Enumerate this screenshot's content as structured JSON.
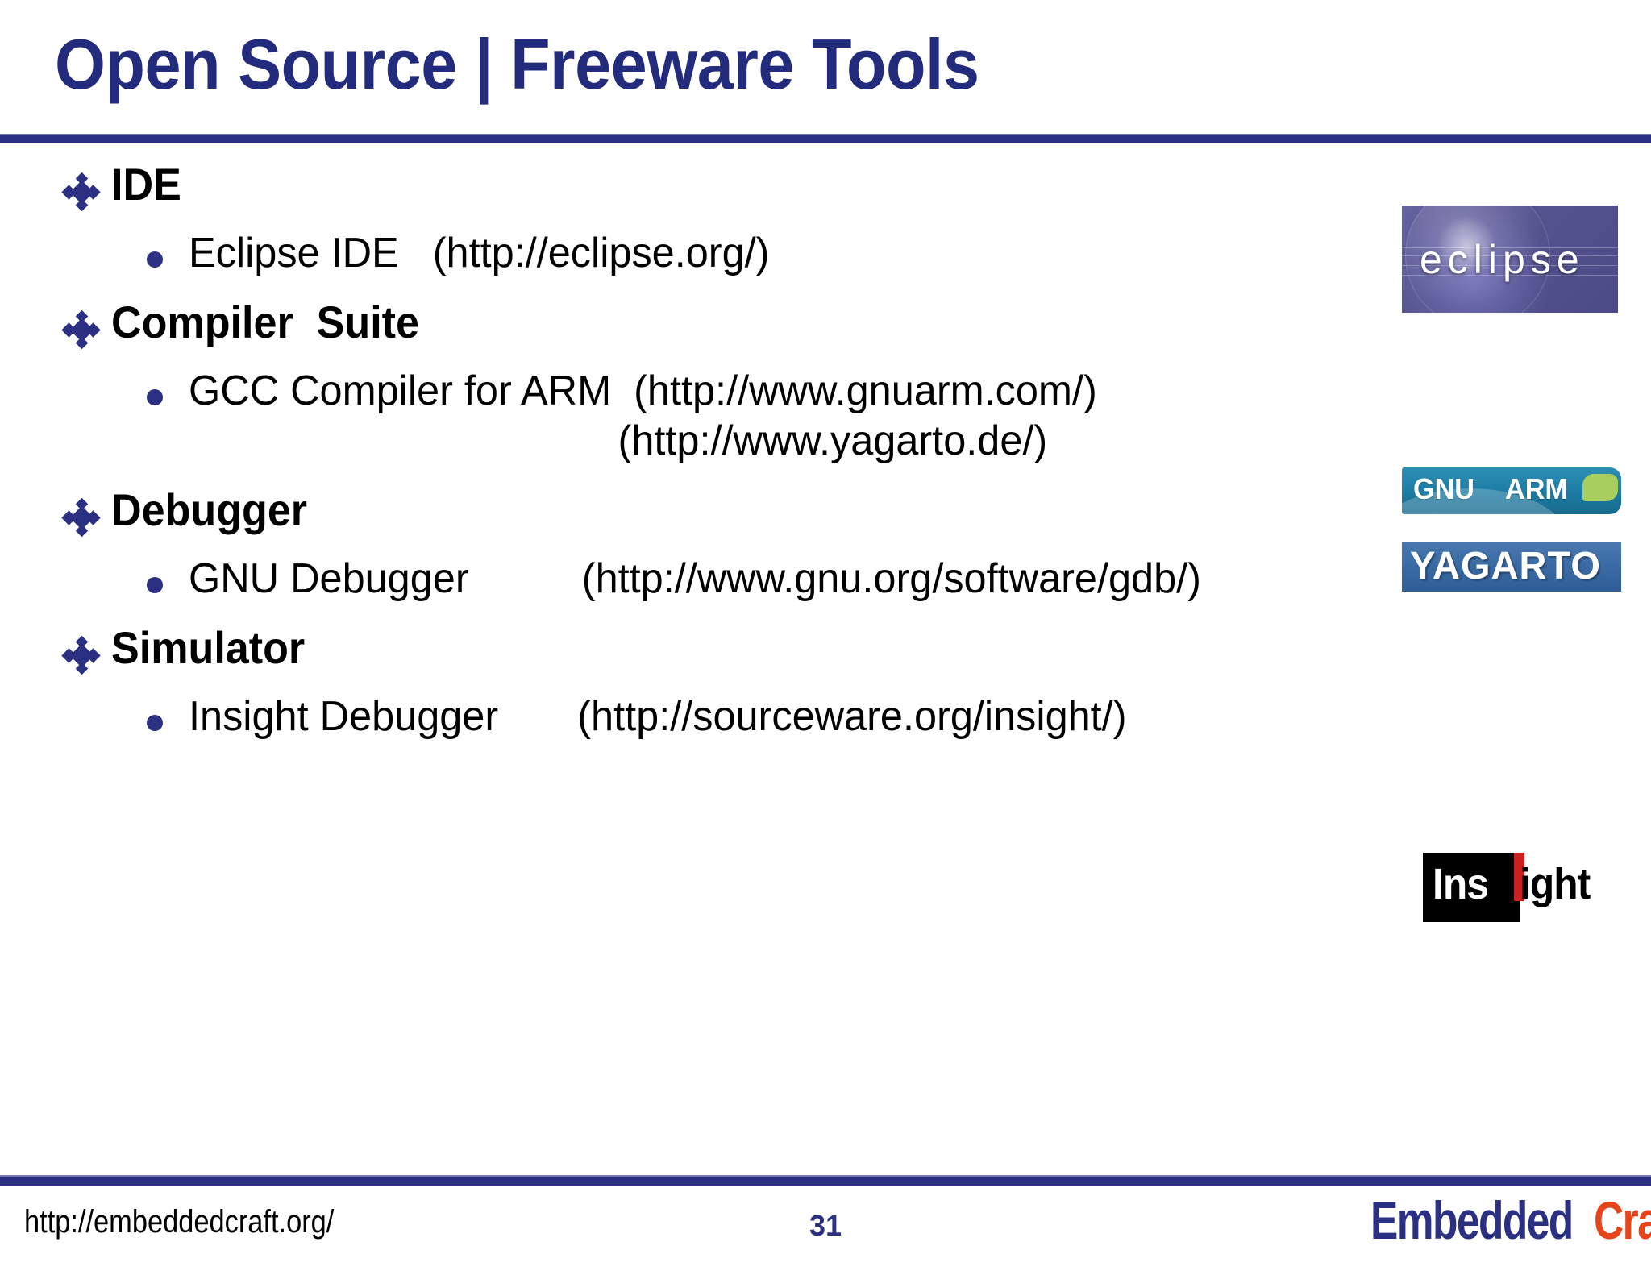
{
  "slide": {
    "title": "Open Source | Freeware Tools",
    "page_number": "31",
    "footer_url": "http://embeddedcraft.org/",
    "accent_color": "#2b3082",
    "title_color": "#232c7c"
  },
  "sections": [
    {
      "heading": "IDE",
      "bullet_icon": "diamond-bullet-icon",
      "items": [
        {
          "lines": [
            "Eclipse IDE   (http://eclipse.org/)"
          ]
        }
      ]
    },
    {
      "heading": "Compiler  Suite",
      "bullet_icon": "diamond-bullet-icon",
      "items": [
        {
          "lines": [
            "GCC Compiler for ARM  (http://www.gnuarm.com/)",
            "                                      (http://www.yagarto.de/)"
          ]
        }
      ]
    },
    {
      "heading": "Debugger",
      "bullet_icon": "diamond-bullet-icon",
      "items": [
        {
          "lines": [
            "GNU Debugger          (http://www.gnu.org/software/gdb/)"
          ]
        }
      ]
    },
    {
      "heading": "Simulator",
      "bullet_icon": "diamond-bullet-icon",
      "items": [
        {
          "lines": [
            "Insight Debugger       (http://sourceware.org/insight/)"
          ]
        }
      ]
    }
  ],
  "logos": {
    "eclipse": {
      "name": "eclipse-logo",
      "text": "eclipse",
      "background_color": "#55538f",
      "text_color": "#ffffff"
    },
    "gnuarm": {
      "name": "gnu-arm-logo",
      "text_primary": "GNU",
      "text_secondary": "ARM",
      "background_color": "#1c7ba3",
      "accent_color": "#a8cf5d",
      "text_color": "#ffffff"
    },
    "yagarto": {
      "name": "yagarto-logo",
      "text": "YAGARTO",
      "background_color": "#3a6aa4",
      "text_color": "#ffffff"
    },
    "insight": {
      "name": "insight-logo",
      "text_part1": "Ins",
      "text_part2": "ight",
      "background_color": "#000000",
      "accent_color": "#cc1f1f"
    },
    "embeddedcraft": {
      "name": "embeddedcraft-logo",
      "text_part1": "Embedded",
      "text_part2": "Craft",
      "color_part1": "#2b3082",
      "color_part2": "#e8441b"
    }
  }
}
